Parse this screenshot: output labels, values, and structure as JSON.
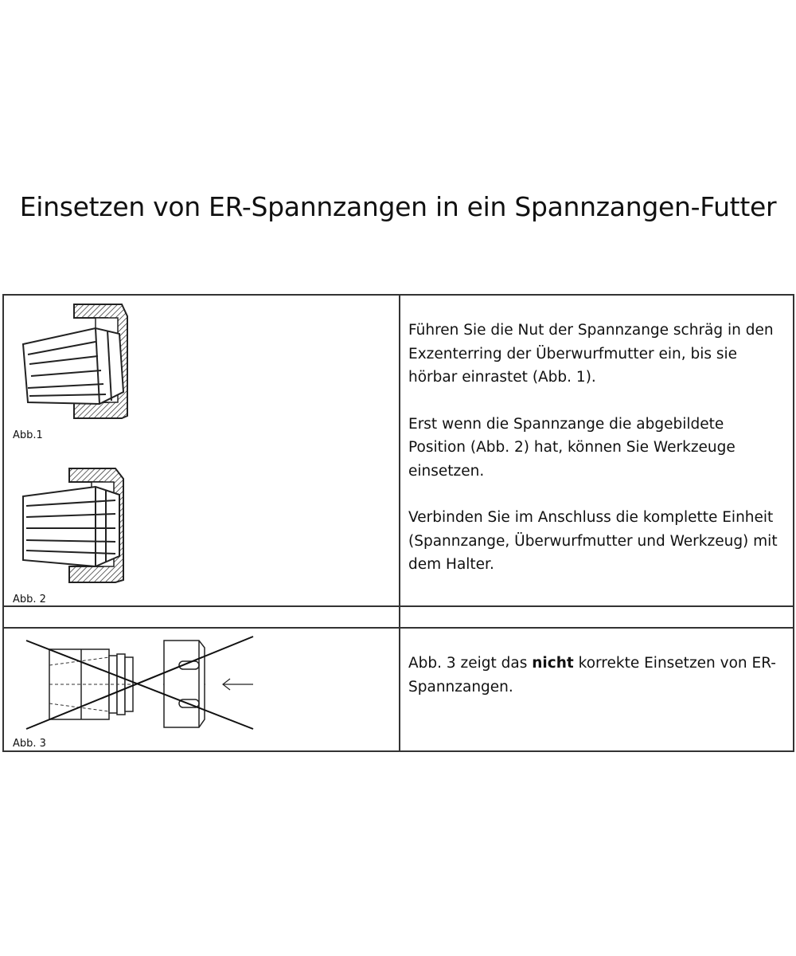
{
  "title": "Einsetzen von ER-Spannzangen in ein Spannzangen-Futter",
  "rows": [
    {
      "captions": [
        "Abb.1",
        "Abb. 2"
      ],
      "paragraphs": [
        "Führen Sie die Nut der Spannzange schräg in den Exzenterring der Überwurfmutter ein, bis sie hörbar einrastet (Abb. 1).",
        "Erst wenn die Spannzange die abgebildete Position (Abb. 2) hat, können Sie Werkzeuge einsetzen.",
        "Verbinden Sie im Anschluss die komplette Einheit (Spannzange, Überwurfmutter und Werkzeug) mit dem Halter."
      ]
    },
    {
      "captions": [
        "Abb. 3"
      ],
      "text_before": "Abb. 3 zeigt das ",
      "text_bold": "nicht",
      "text_after": " korrekte Einsetzen von ER-Spannzangen."
    }
  ]
}
